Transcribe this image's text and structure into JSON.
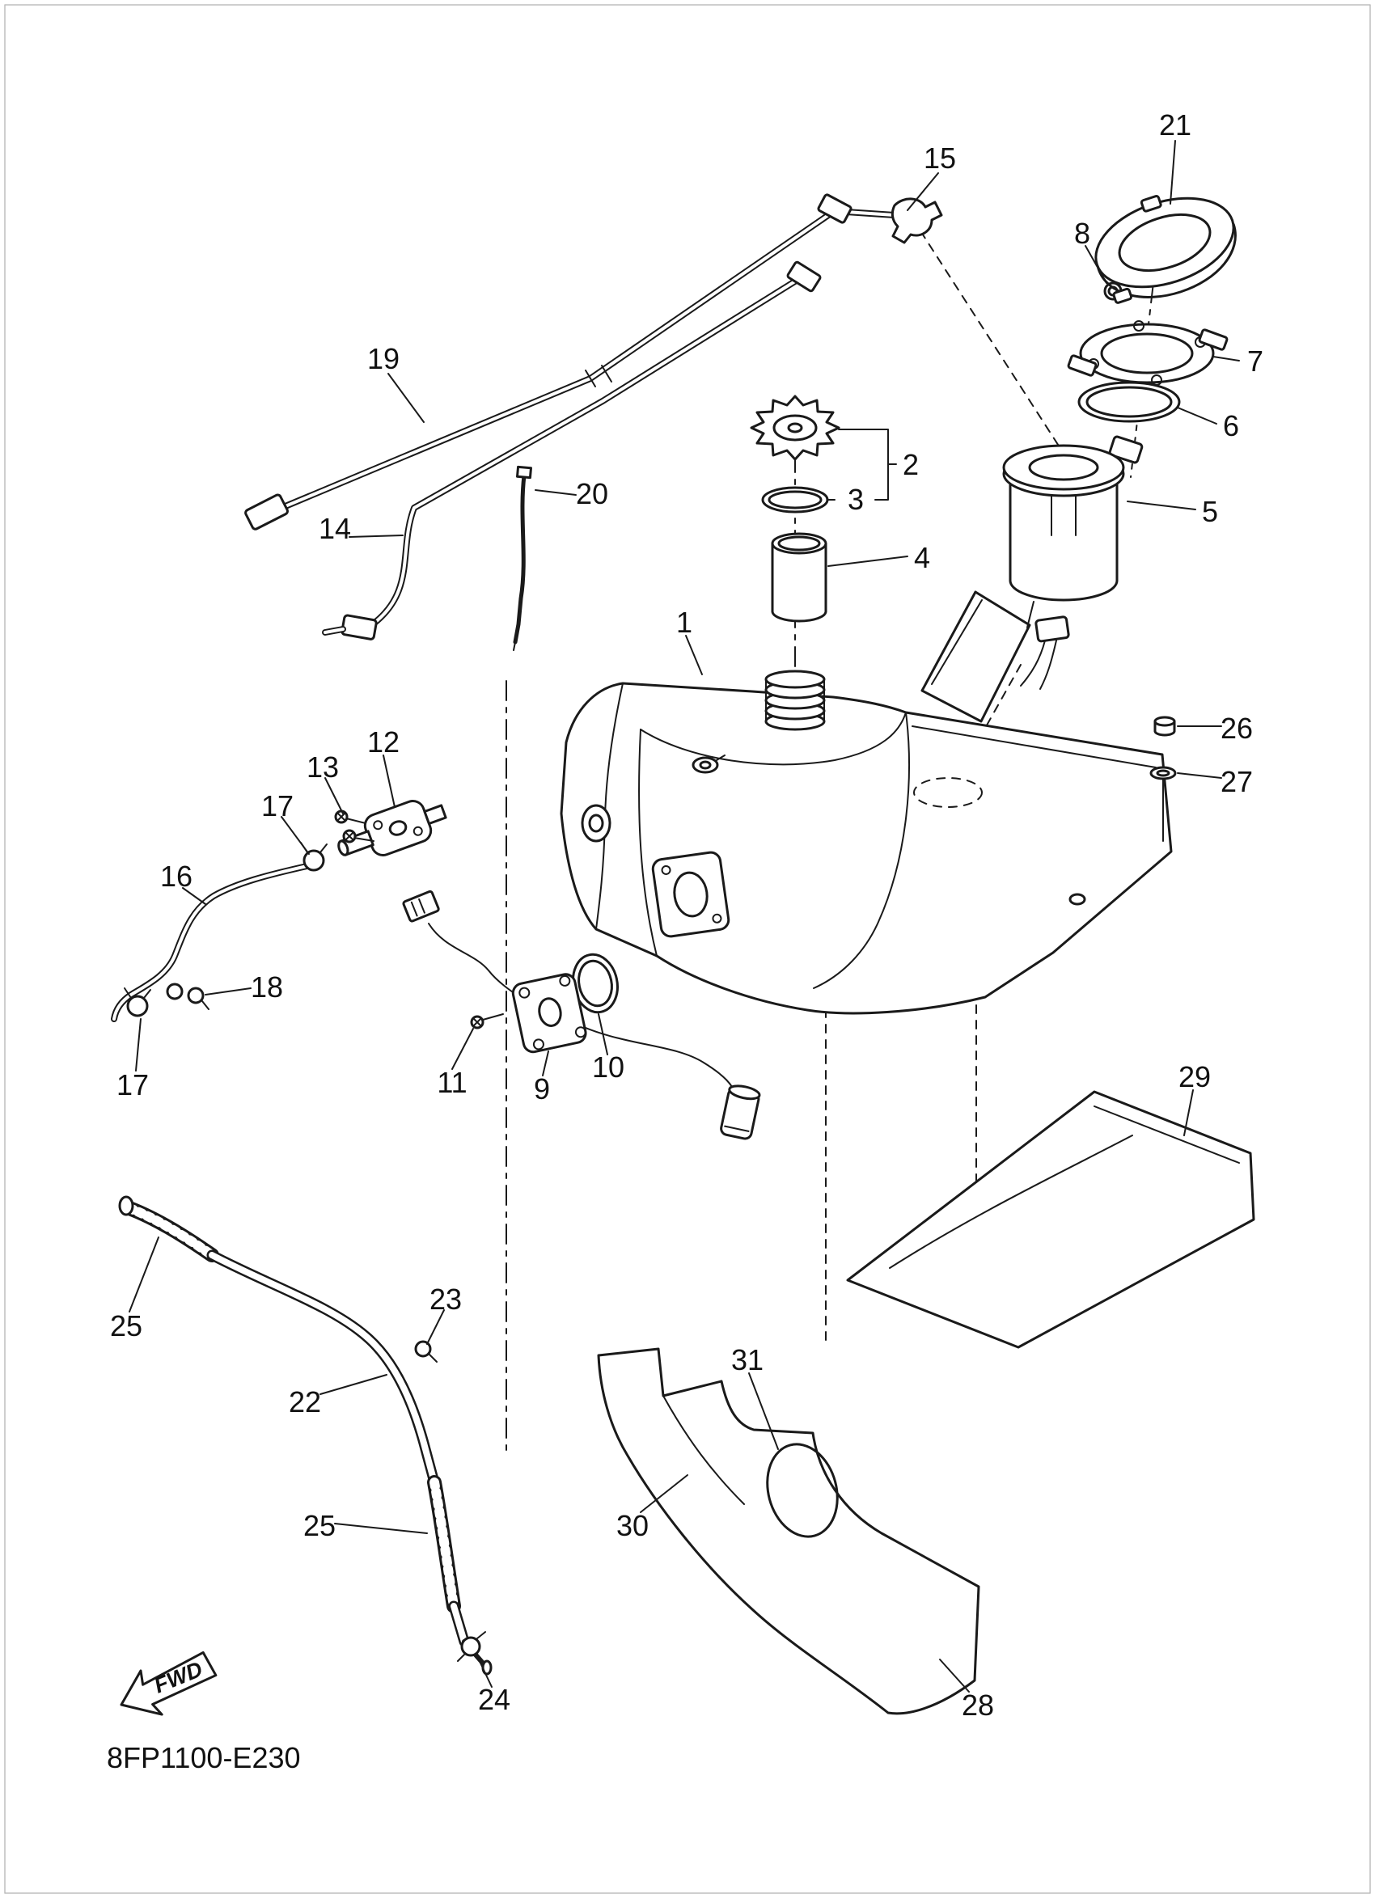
{
  "page": {
    "background_color": "#ffffff",
    "line_color": "#1a1a1a",
    "part_code": "8FP1100-E230",
    "fwd_label": "FWD"
  },
  "callouts": [
    {
      "label": "21"
    },
    {
      "label": "15"
    },
    {
      "label": "8"
    },
    {
      "label": "19"
    },
    {
      "label": "7"
    },
    {
      "label": "6"
    },
    {
      "label": "2"
    },
    {
      "label": "3"
    },
    {
      "label": "20"
    },
    {
      "label": "14"
    },
    {
      "label": "5"
    },
    {
      "label": "4"
    },
    {
      "label": "1"
    },
    {
      "label": "26"
    },
    {
      "label": "27"
    },
    {
      "label": "12"
    },
    {
      "label": "13"
    },
    {
      "label": "17"
    },
    {
      "label": "16"
    },
    {
      "label": "18"
    },
    {
      "label": "17"
    },
    {
      "label": "11"
    },
    {
      "label": "9"
    },
    {
      "label": "10"
    },
    {
      "label": "29"
    },
    {
      "label": "25"
    },
    {
      "label": "23"
    },
    {
      "label": "22"
    },
    {
      "label": "31"
    },
    {
      "label": "30"
    },
    {
      "label": "25"
    },
    {
      "label": "24"
    },
    {
      "label": "28"
    }
  ]
}
